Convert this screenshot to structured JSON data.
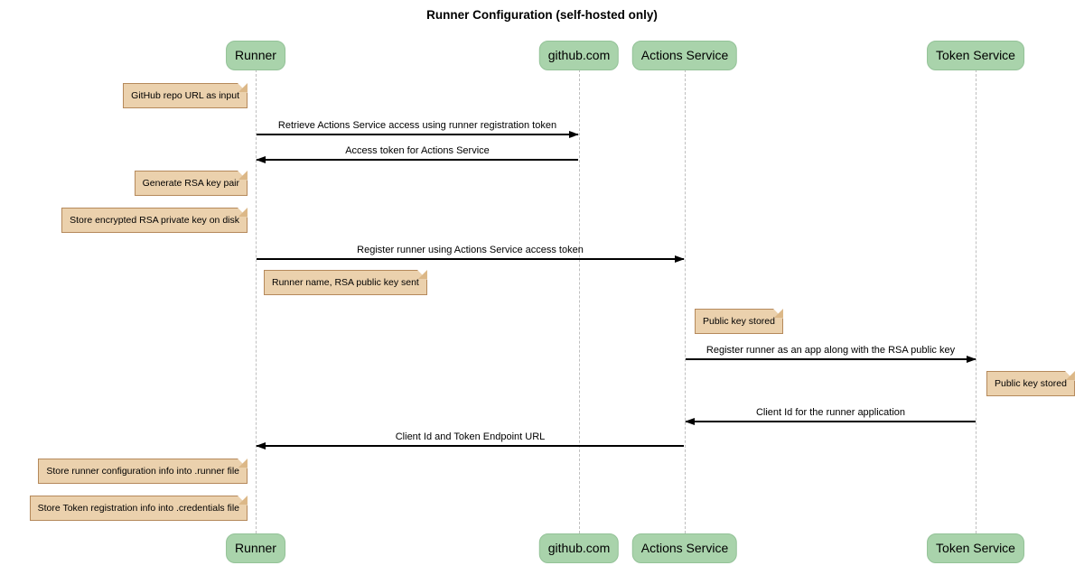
{
  "type": "sequence-diagram",
  "title": "Runner Configuration (self-hosted only)",
  "colors": {
    "participant_fill": "#a9d3ab",
    "participant_border": "#93c297",
    "note_fill": "#ebd1ad",
    "note_border": "#b5895b",
    "lifeline": "#bfbfbf",
    "arrow": "#000000",
    "background": "#ffffff"
  },
  "participants": [
    {
      "label": "Runner"
    },
    {
      "label": "github.com"
    },
    {
      "label": "Actions Service"
    },
    {
      "label": "Token Service"
    }
  ],
  "messages": [
    {
      "from": "Runner",
      "to": "github.com",
      "text": "Retrieve Actions Service access using runner registration token"
    },
    {
      "from": "github.com",
      "to": "Runner",
      "text": "Access token for Actions Service"
    },
    {
      "from": "Runner",
      "to": "Actions Service",
      "text": "Register runner using Actions Service access token"
    },
    {
      "from": "Actions Service",
      "to": "Token Service",
      "text": "Register runner as an app along with the RSA public key"
    },
    {
      "from": "Token Service",
      "to": "Actions Service",
      "text": "Client Id for the runner application"
    },
    {
      "from": "Actions Service",
      "to": "Runner",
      "text": "Client Id and Token Endpoint URL"
    }
  ],
  "notes": [
    {
      "position": "left of Runner",
      "text": "GitHub repo URL as input"
    },
    {
      "position": "left of Runner",
      "text": "Generate RSA key pair"
    },
    {
      "position": "left of Runner",
      "text": "Store encrypted RSA private key on disk"
    },
    {
      "position": "right of Runner",
      "text": "Runner name, RSA public key sent"
    },
    {
      "position": "right of Actions Service",
      "text": "Public key stored"
    },
    {
      "position": "right of Token Service",
      "text": "Public key stored"
    },
    {
      "position": "left of Runner",
      "text": "Store runner configuration info into .runner file"
    },
    {
      "position": "left of Runner",
      "text": "Store Token registration info into .credentials file"
    }
  ]
}
